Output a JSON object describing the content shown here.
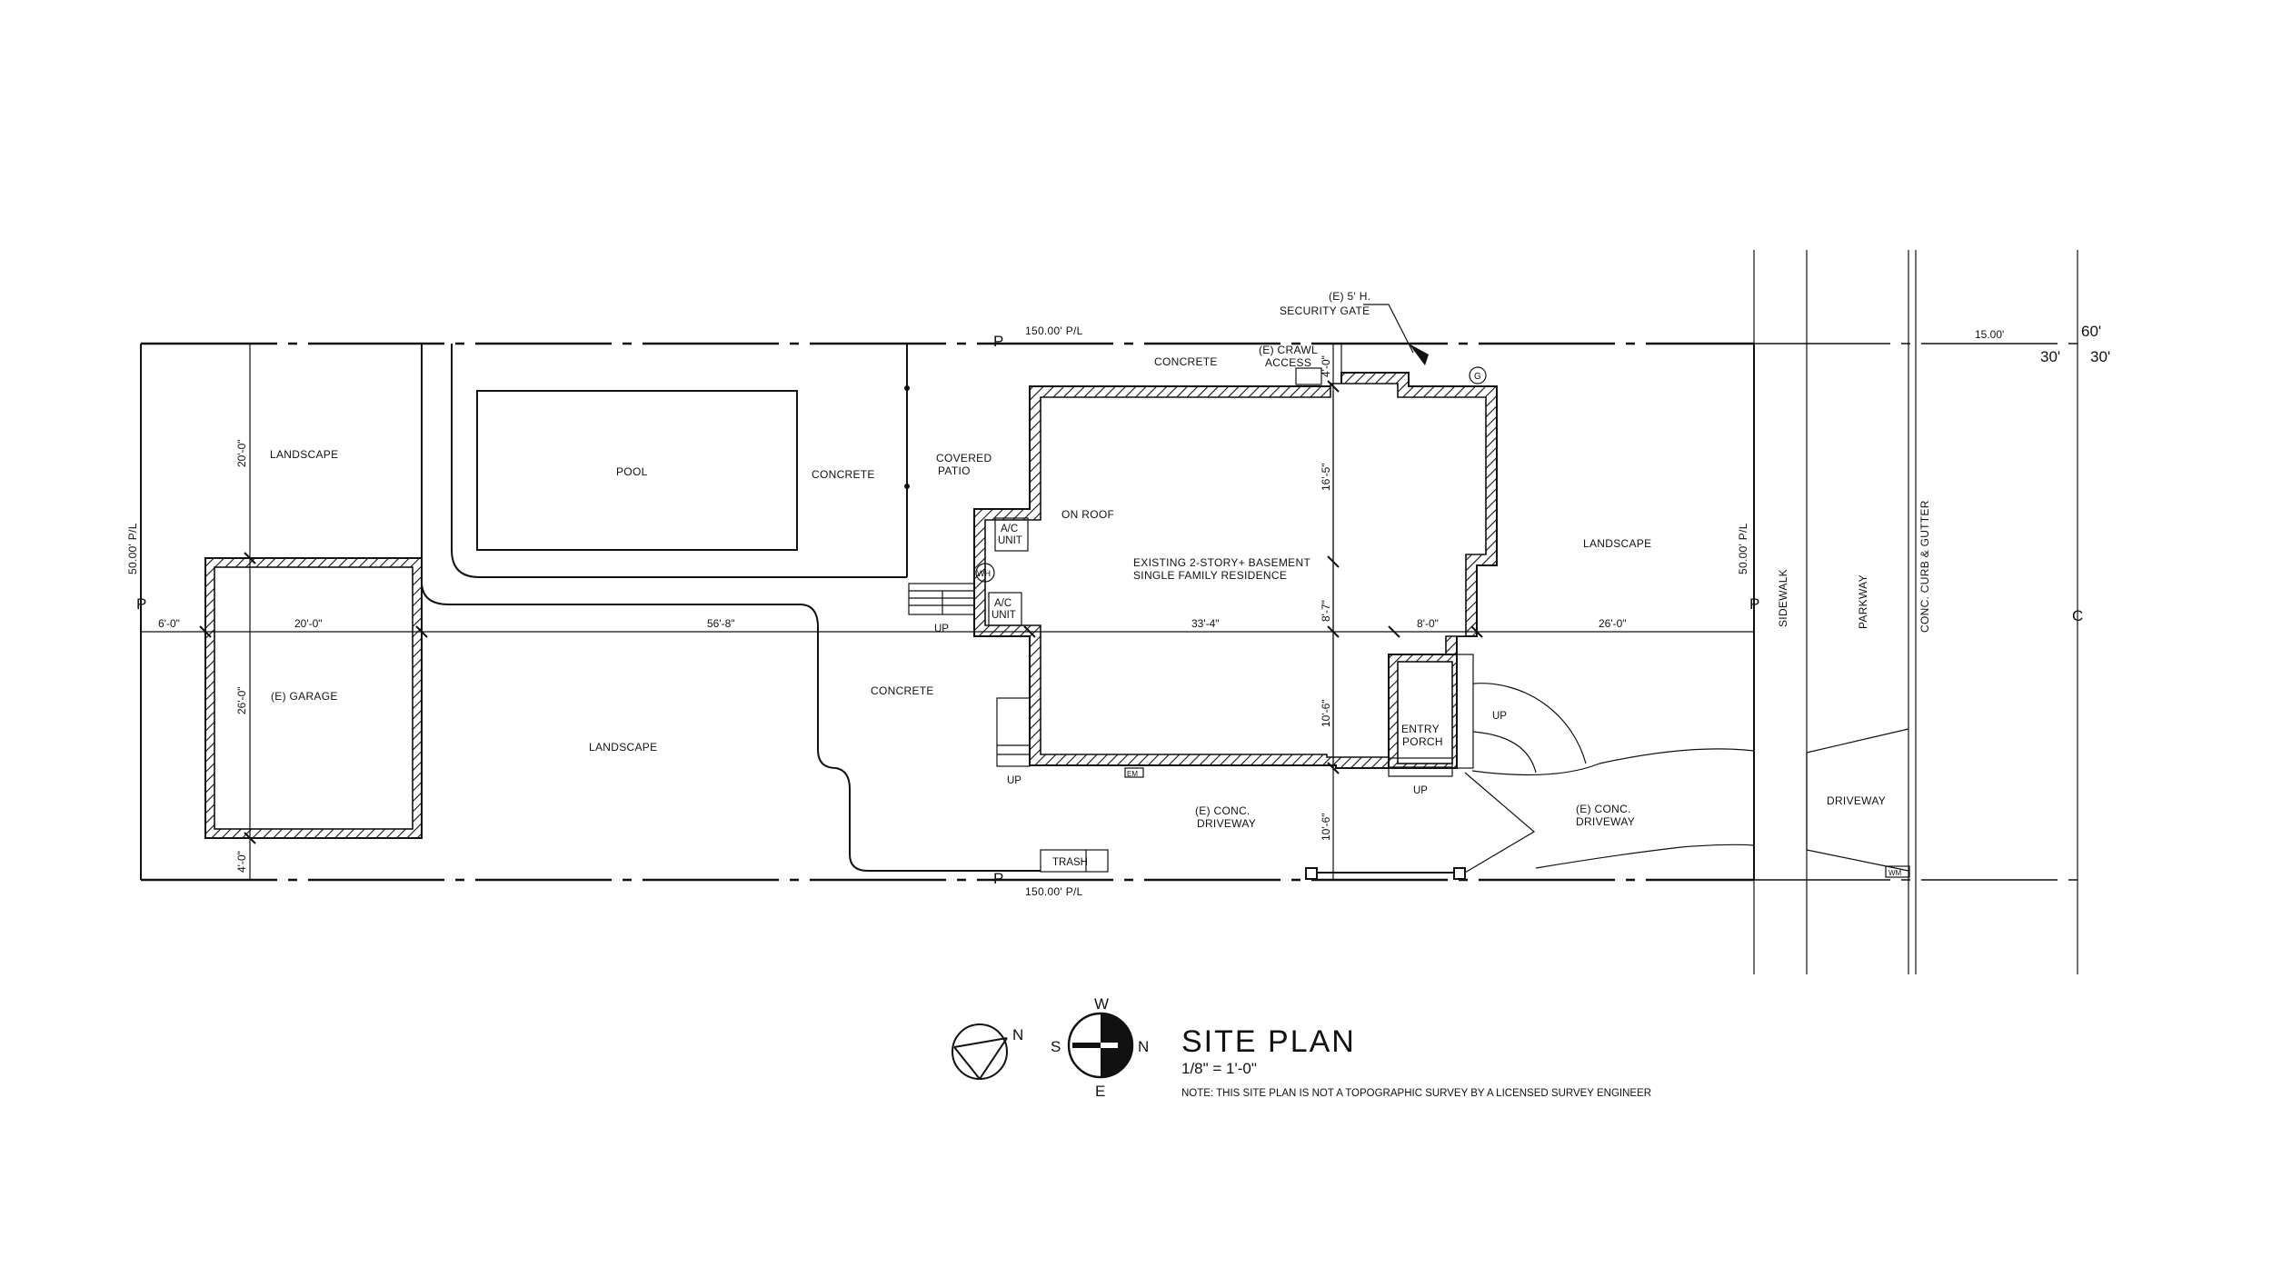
{
  "labels": {
    "pl_top": "150.00' P/L",
    "pl_bottom": "150.00' P/L",
    "pl_left": "50.00' P/L",
    "pl_right": "50.00' P/L",
    "security_gate_1": "(E) 5' H.",
    "security_gate_2": "SECURITY GATE",
    "concrete_top": "CONCRETE",
    "crawl_1": "(E) CRAWL",
    "crawl_2": "ACCESS",
    "landscape_nw": "LANDSCAPE",
    "pool": "POOL",
    "concrete_pool": "CONCRETE",
    "covered_1": "COVERED",
    "covered_2": "PATIO",
    "on_roof": "ON ROOF",
    "ac_unit_1a": "A/C",
    "ac_unit_1b": "UNIT",
    "ac_unit_2a": "A/C",
    "ac_unit_2b": "UNIT",
    "wh": "WH",
    "residence_1": "EXISTING 2-STORY+ BASEMENT",
    "residence_2": "SINGLE FAMILY RESIDENCE",
    "landscape_east": "LANDSCAPE",
    "garage": "(E) GARAGE",
    "landscape_sw": "LANDSCAPE",
    "concrete_mid": "CONCRETE",
    "up_1": "UP",
    "up_2": "UP",
    "up_3": "UP",
    "up_4": "UP",
    "em": "EM",
    "entry_1": "ENTRY",
    "entry_2": "PORCH",
    "driveway_1a": "(E) CONC.",
    "driveway_1b": "DRIVEWAY",
    "driveway_2a": "(E) CONC.",
    "driveway_2b": "DRIVEWAY",
    "trash": "TRASH",
    "sidewalk": "SIDEWALK",
    "parkway": "PARKWAY",
    "curb": "CONC. CURB & GUTTER",
    "driveway_street": "DRIVEWAY",
    "wm": "WM",
    "gas": "G",
    "pl_mark": "P",
    "cl_mark": "C"
  },
  "dimensions": {
    "d_6_0": "6'-0\"",
    "d_20_0": "20'-0\"",
    "d_56_8": "56'-8\"",
    "d_33_4": "33'-4\"",
    "d_8_0": "8'-0\"",
    "d_26_0": "26'-0\"",
    "v_20_0": "20'-0\"",
    "v_26_0": "26'-0\"",
    "v_4_0_bottom": "4'-0\"",
    "v_4_0_top": "4'-0\"",
    "v_16_5": "16'-5\"",
    "v_8_7": "8'-7\"",
    "v_10_6_a": "10'-6\"",
    "v_10_6_b": "10'-6\"",
    "street_15": "15.00'",
    "street_60": "60'",
    "street_30a": "30'",
    "street_30b": "30'"
  },
  "title_block": {
    "title": "SITE PLAN",
    "scale": "1/8\" = 1'-0\"",
    "note": "NOTE: THIS SITE PLAN IS NOT A TOPOGRAPHIC SURVEY BY A LICENSED SURVEY ENGINEER",
    "compass_n": "N",
    "compass_s": "S",
    "compass_e": "E",
    "compass_w": "W",
    "north_n": "N"
  }
}
